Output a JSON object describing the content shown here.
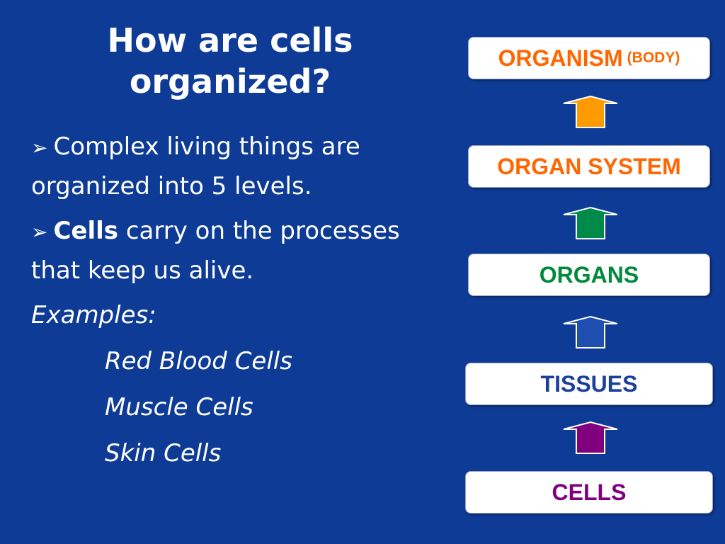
{
  "title": {
    "line1": "How are cells",
    "line2": "organized?"
  },
  "bullets": [
    {
      "text": "Complex living things are organized into 5 levels."
    },
    {
      "bold": "Cells",
      "text": " carry on the processes that keep us alive."
    }
  ],
  "bullet_glyph": "➢",
  "examples_label": "Examples:",
  "examples": [
    "Red Blood Cells",
    "Muscle Cells",
    "Skin Cells"
  ],
  "levels": [
    {
      "label": "ORGANISM",
      "note": "(BODY)",
      "color": "#ff6600"
    },
    {
      "label": "ORGAN SYSTEM",
      "color": "#ff6600"
    },
    {
      "label": "ORGANS",
      "color": "#008a3a"
    },
    {
      "label": "TISSUES",
      "color": "#1b3f9c"
    },
    {
      "label": "CELLS",
      "color": "#800080"
    }
  ],
  "arrows": [
    {
      "fill": "#ff9a00",
      "icon": "up-arrow-orange-icon"
    },
    {
      "fill": "#008a4a",
      "icon": "up-arrow-green-icon"
    },
    {
      "fill": "#1f4fb0",
      "icon": "up-arrow-blue-icon"
    },
    {
      "fill": "#800080",
      "icon": "up-arrow-purple-icon"
    }
  ]
}
